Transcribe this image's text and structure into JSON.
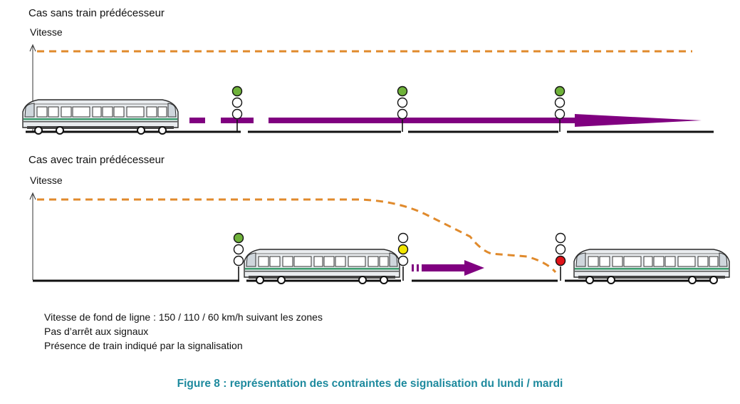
{
  "case1": {
    "title": "Cas sans train prédécesseur",
    "axis_label": "Vitesse"
  },
  "case2": {
    "title": "Cas avec train prédécesseur",
    "axis_label": "Vitesse"
  },
  "notes": [
    "Vitesse de fond de ligne : 150 / 110 / 60 km/h suivant les zones",
    "Pas d’arrêt aux signaux",
    "Présence de train indiqué par la signalisation"
  ],
  "caption": "Figure 8 : représentation des contraintes de signalisation du lundi / mardi",
  "colors": {
    "speed_line": "#e08a2c",
    "trajectory_arrow": "#800080",
    "signal_green": "#6fb23a",
    "signal_yellow": "#f2e600",
    "signal_red": "#e0141a",
    "caption": "#1e8a9e"
  },
  "signals": {
    "case1": [
      [
        "green",
        "off",
        "off"
      ],
      [
        "green",
        "off",
        "off"
      ],
      [
        "green",
        "off",
        "off"
      ]
    ],
    "case2": [
      [
        "green",
        "off",
        "off"
      ],
      [
        "off",
        "yellow",
        "off"
      ],
      [
        "off",
        "off",
        "red"
      ]
    ]
  }
}
